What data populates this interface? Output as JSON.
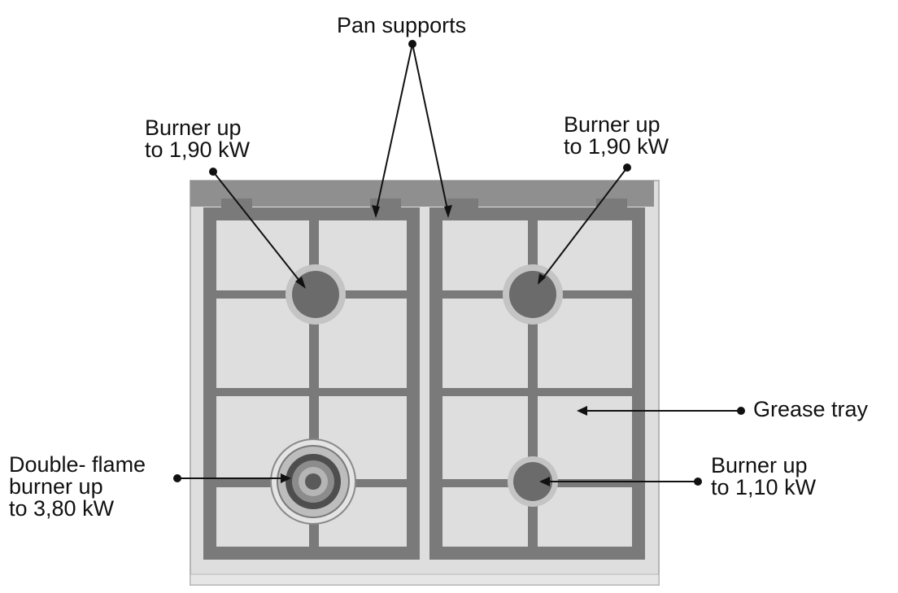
{
  "labels": {
    "pan_supports": "Pan supports",
    "burner_top_left": [
      "Burner up",
      "to 1,90 kW"
    ],
    "burner_top_right": [
      "Burner up",
      "to 1,90 kW"
    ],
    "grease_tray": "Grease tray",
    "double_flame_burner": [
      "Double- flame",
      "burner  up",
      "to 3,80 kW"
    ],
    "burner_bottom_right": [
      "Burner up",
      "to 1,10 kW"
    ]
  },
  "colors": {
    "surface": "#dedede",
    "back_rail": "#8f8f8f",
    "grate": "#7a7a7a",
    "burner_cap": "#6b6b6b",
    "burner_ring": "#c4c4c4",
    "leader_line": "#111111",
    "text": "#111111"
  }
}
